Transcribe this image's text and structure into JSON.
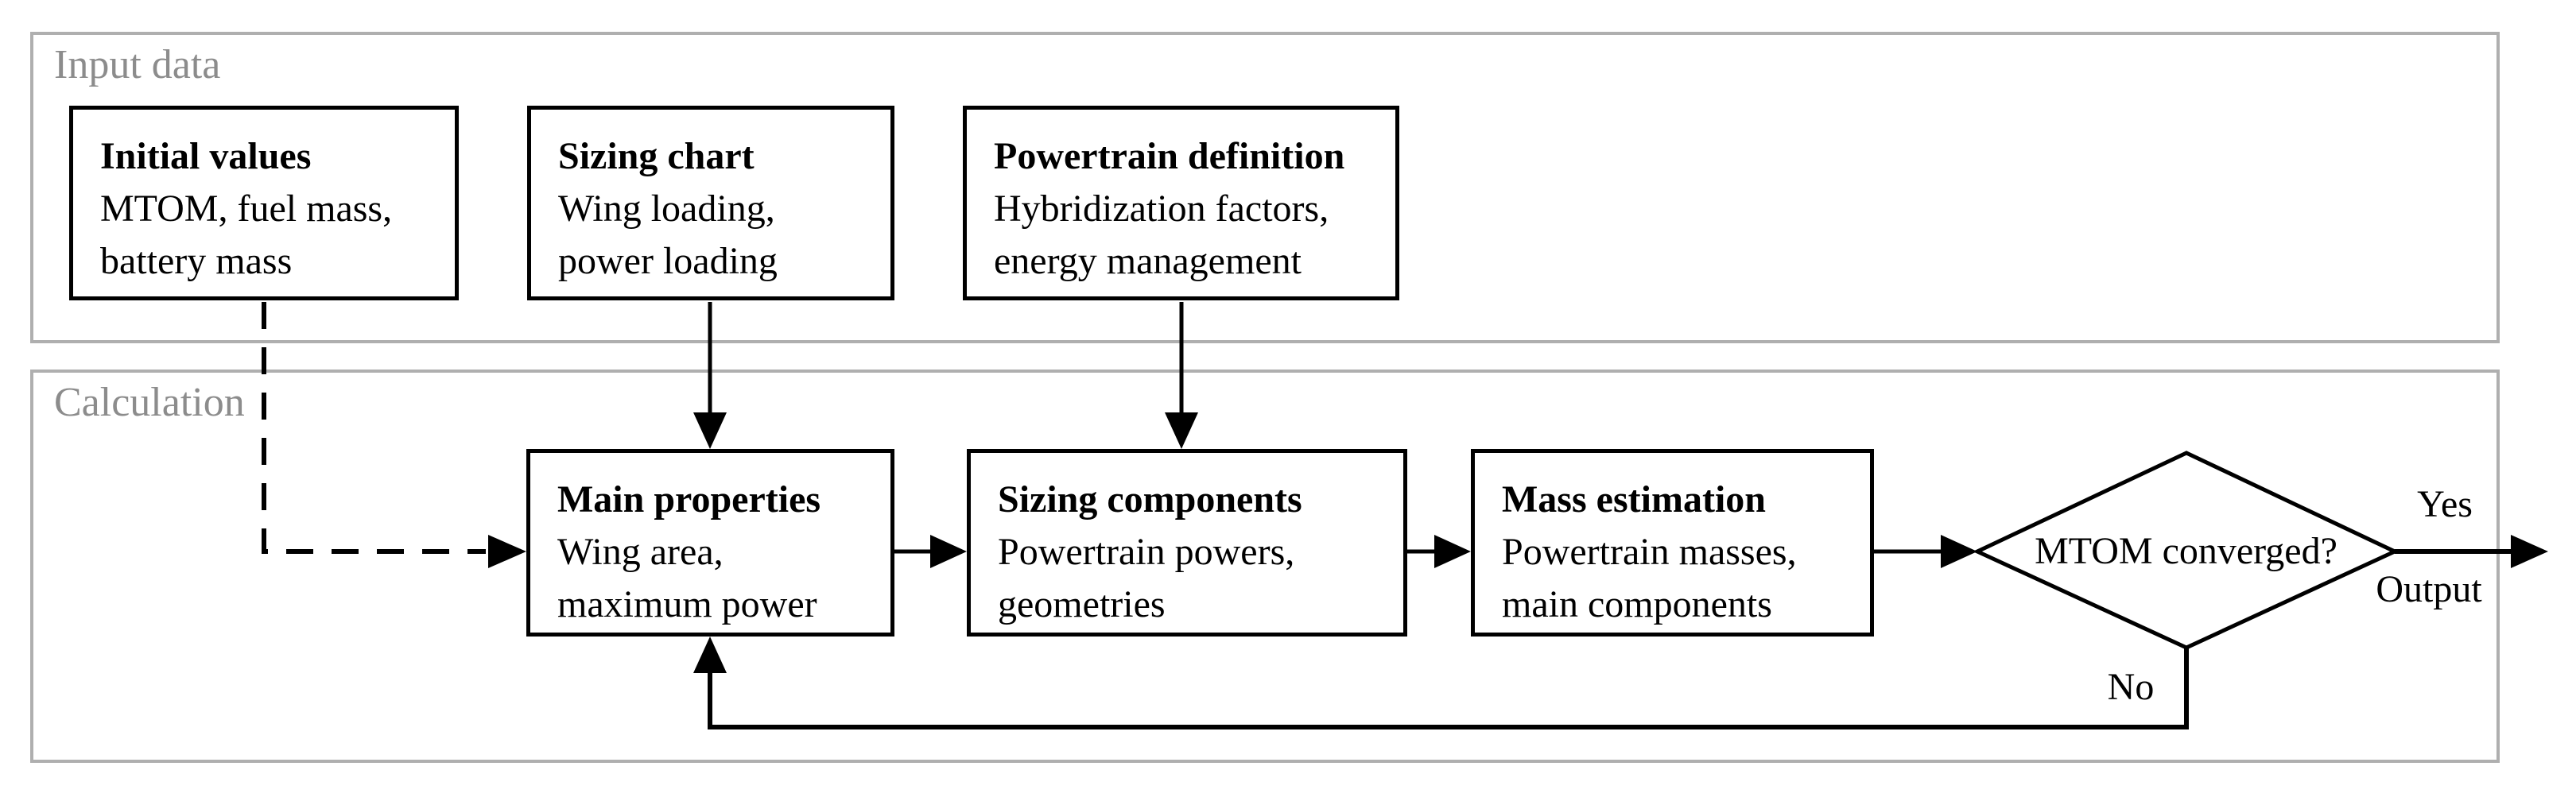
{
  "sections": {
    "input": {
      "label": "Input data"
    },
    "calculation": {
      "label": "Calculation"
    }
  },
  "boxes": {
    "initial_values": {
      "title": "Initial values",
      "body": "MTOM, fuel mass,\nbattery mass"
    },
    "sizing_chart": {
      "title": "Sizing chart",
      "body": "Wing loading,\npower loading"
    },
    "powertrain_definition": {
      "title": "Powertrain definition",
      "body": "Hybridization factors,\nenergy management"
    },
    "main_properties": {
      "title": "Main properties",
      "body": "Wing area,\nmaximum power"
    },
    "sizing_components": {
      "title": "Sizing components",
      "body": "Powertrain powers,\ngeometries"
    },
    "mass_estimation": {
      "title": "Mass estimation",
      "body": "Powertrain masses,\nmain components"
    }
  },
  "decision": {
    "question": "MTOM converged?"
  },
  "edge_labels": {
    "yes": "Yes",
    "output": "Output",
    "no": "No"
  },
  "colors": {
    "line": "#000000",
    "box_border": "#000000",
    "container_border": "#afafaf",
    "section_label": "#8c8c8c",
    "background": "#ffffff"
  }
}
